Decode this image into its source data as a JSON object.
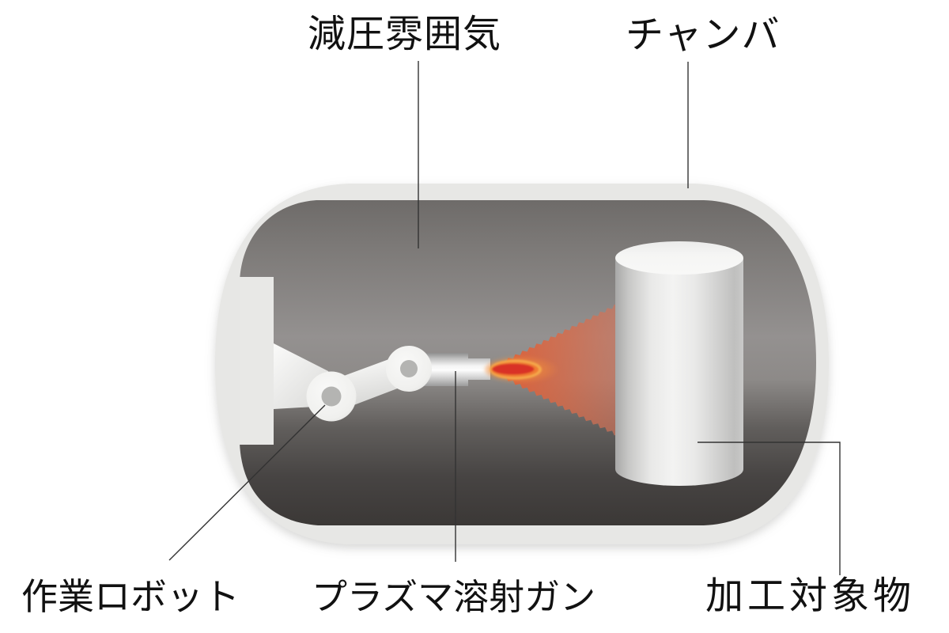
{
  "labels": {
    "atmosphere": {
      "text": "減圧雰囲気"
    },
    "chamber": {
      "text": "チャンバ"
    },
    "robot": {
      "text": "作業ロボット"
    },
    "spray_gun": {
      "text": "プラズマ溶射ガン"
    },
    "workpiece": {
      "text": "加工対象物"
    }
  },
  "colors": {
    "background": "#ffffff",
    "text": "#111111",
    "leader_line": "#333333",
    "shell": "#e7e7e5",
    "interior_top": "#6e6b69",
    "interior_mid": "#949190",
    "interior_bottom": "#3b3836",
    "mount_plate": "#e8e8e6",
    "metal_light": "#f1f1ef",
    "joint_hole": "#b4b4b2",
    "flame_glow": "#f5a94c",
    "flame_mid": "#f07c31",
    "flame_core": "#d93028",
    "spray_start": "#e25c32",
    "spray_end": "#d2755c",
    "cylinder_light": "#f3f3f2",
    "cylinder_dark": "#a8a8a7"
  }
}
